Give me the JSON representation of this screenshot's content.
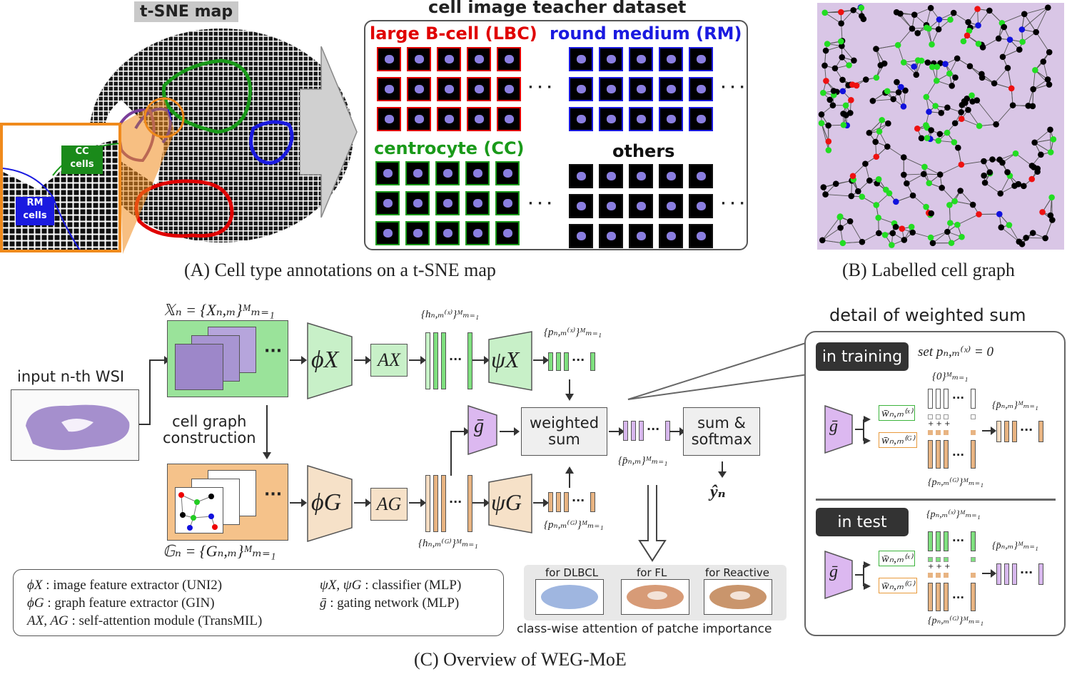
{
  "panelA": {
    "tsne_title": "t-SNE map",
    "dataset_title": "cell image teacher dataset",
    "inset_cc": "CC\ncells",
    "inset_rm": "RM\ncells",
    "classes": {
      "lbc": "large B-cell (LBC)",
      "rm": "round medium (RM)",
      "cc": "centrocyte (CC)",
      "others": "others"
    },
    "ellipsis": "· · ·",
    "caption": "(A) Cell type annotations on a t-SNE map",
    "colors": {
      "lbc": "#e00000",
      "rm": "#1a1ae0",
      "cc": "#1a9a1a",
      "others": "#111111",
      "orange": "#f08a1c"
    }
  },
  "panelB": {
    "caption": "(B) Labelled cell graph",
    "node_colors": [
      "#000000",
      "#22dd22",
      "#ee1111",
      "#1111dd"
    ]
  },
  "panelC": {
    "caption": "(C) Overview of WEG-MoE",
    "input_label": "input n-th WSI",
    "x_set": "𝕏ₙ = {Xₙ,ₘ}ᴹₘ₌₁",
    "g_set": "𝔾ₙ = {Gₙ,ₘ}ᴹₘ₌₁",
    "graph_construction": "cell graph\nconstruction",
    "phi_x": "ϕX",
    "phi_g": "ϕG",
    "a_x": "AX",
    "a_g": "AG",
    "psi_x": "ψX",
    "psi_g": "ψG",
    "g_bar": "ḡ",
    "h_x": "{hₙ,ₘ⁽ˣ⁾}ᴹₘ₌₁",
    "h_g": "{hₙ,ₘ⁽ᴳ⁾}ᴹₘ₌₁",
    "p_x": "{pₙ,ₘ⁽ˣ⁾}ᴹₘ₌₁",
    "p_g": "{pₙ,ₘ⁽ᴳ⁾}ᴹₘ₌₁",
    "p_bar": "{p̄ₙ,ₘ}ᴹₘ₌₁",
    "weighted_sum": "weighted\nsum",
    "sum_softmax": "sum &\nsoftmax",
    "y_hat": "ŷₙ",
    "dots": "···",
    "attention_labels": [
      "for DLBCL",
      "for FL",
      "for Reactive"
    ],
    "attention_caption": "class-wise attention of patche importance",
    "legend": [
      {
        "sym": "ϕX",
        "text": " : image feature extractor (UNI2)"
      },
      {
        "sym": "ϕG",
        "text": " : graph feature extractor (GIN)"
      },
      {
        "sym": "AX, AG",
        "text": " : self-attention module (TransMIL)"
      },
      {
        "sym": "ψX, ψG",
        "text": " : classifier (MLP)"
      },
      {
        "sym": "ḡ",
        "text": " : gating network (MLP)"
      }
    ],
    "detail_title": "detail of weighted sum",
    "in_training": "in training",
    "set_zero": "set pₙ,ₘ⁽ˣ⁾ = 0",
    "zero_set": "{0}ᴹₘ₌₁",
    "in_test": "in test",
    "w_x": "w̄ₙ,ₘ⁽ˣ⁾",
    "w_g": "w̄ₙ,ₘ⁽ᴳ⁾",
    "plus_row": "+ + +",
    "colors": {
      "green": "#7fe07f",
      "green_light": "#c8f5c8",
      "orange": "#e8b482",
      "orange_light": "#f6dcc2",
      "purple": "#d8b8ee",
      "grey": "#efefef"
    }
  }
}
